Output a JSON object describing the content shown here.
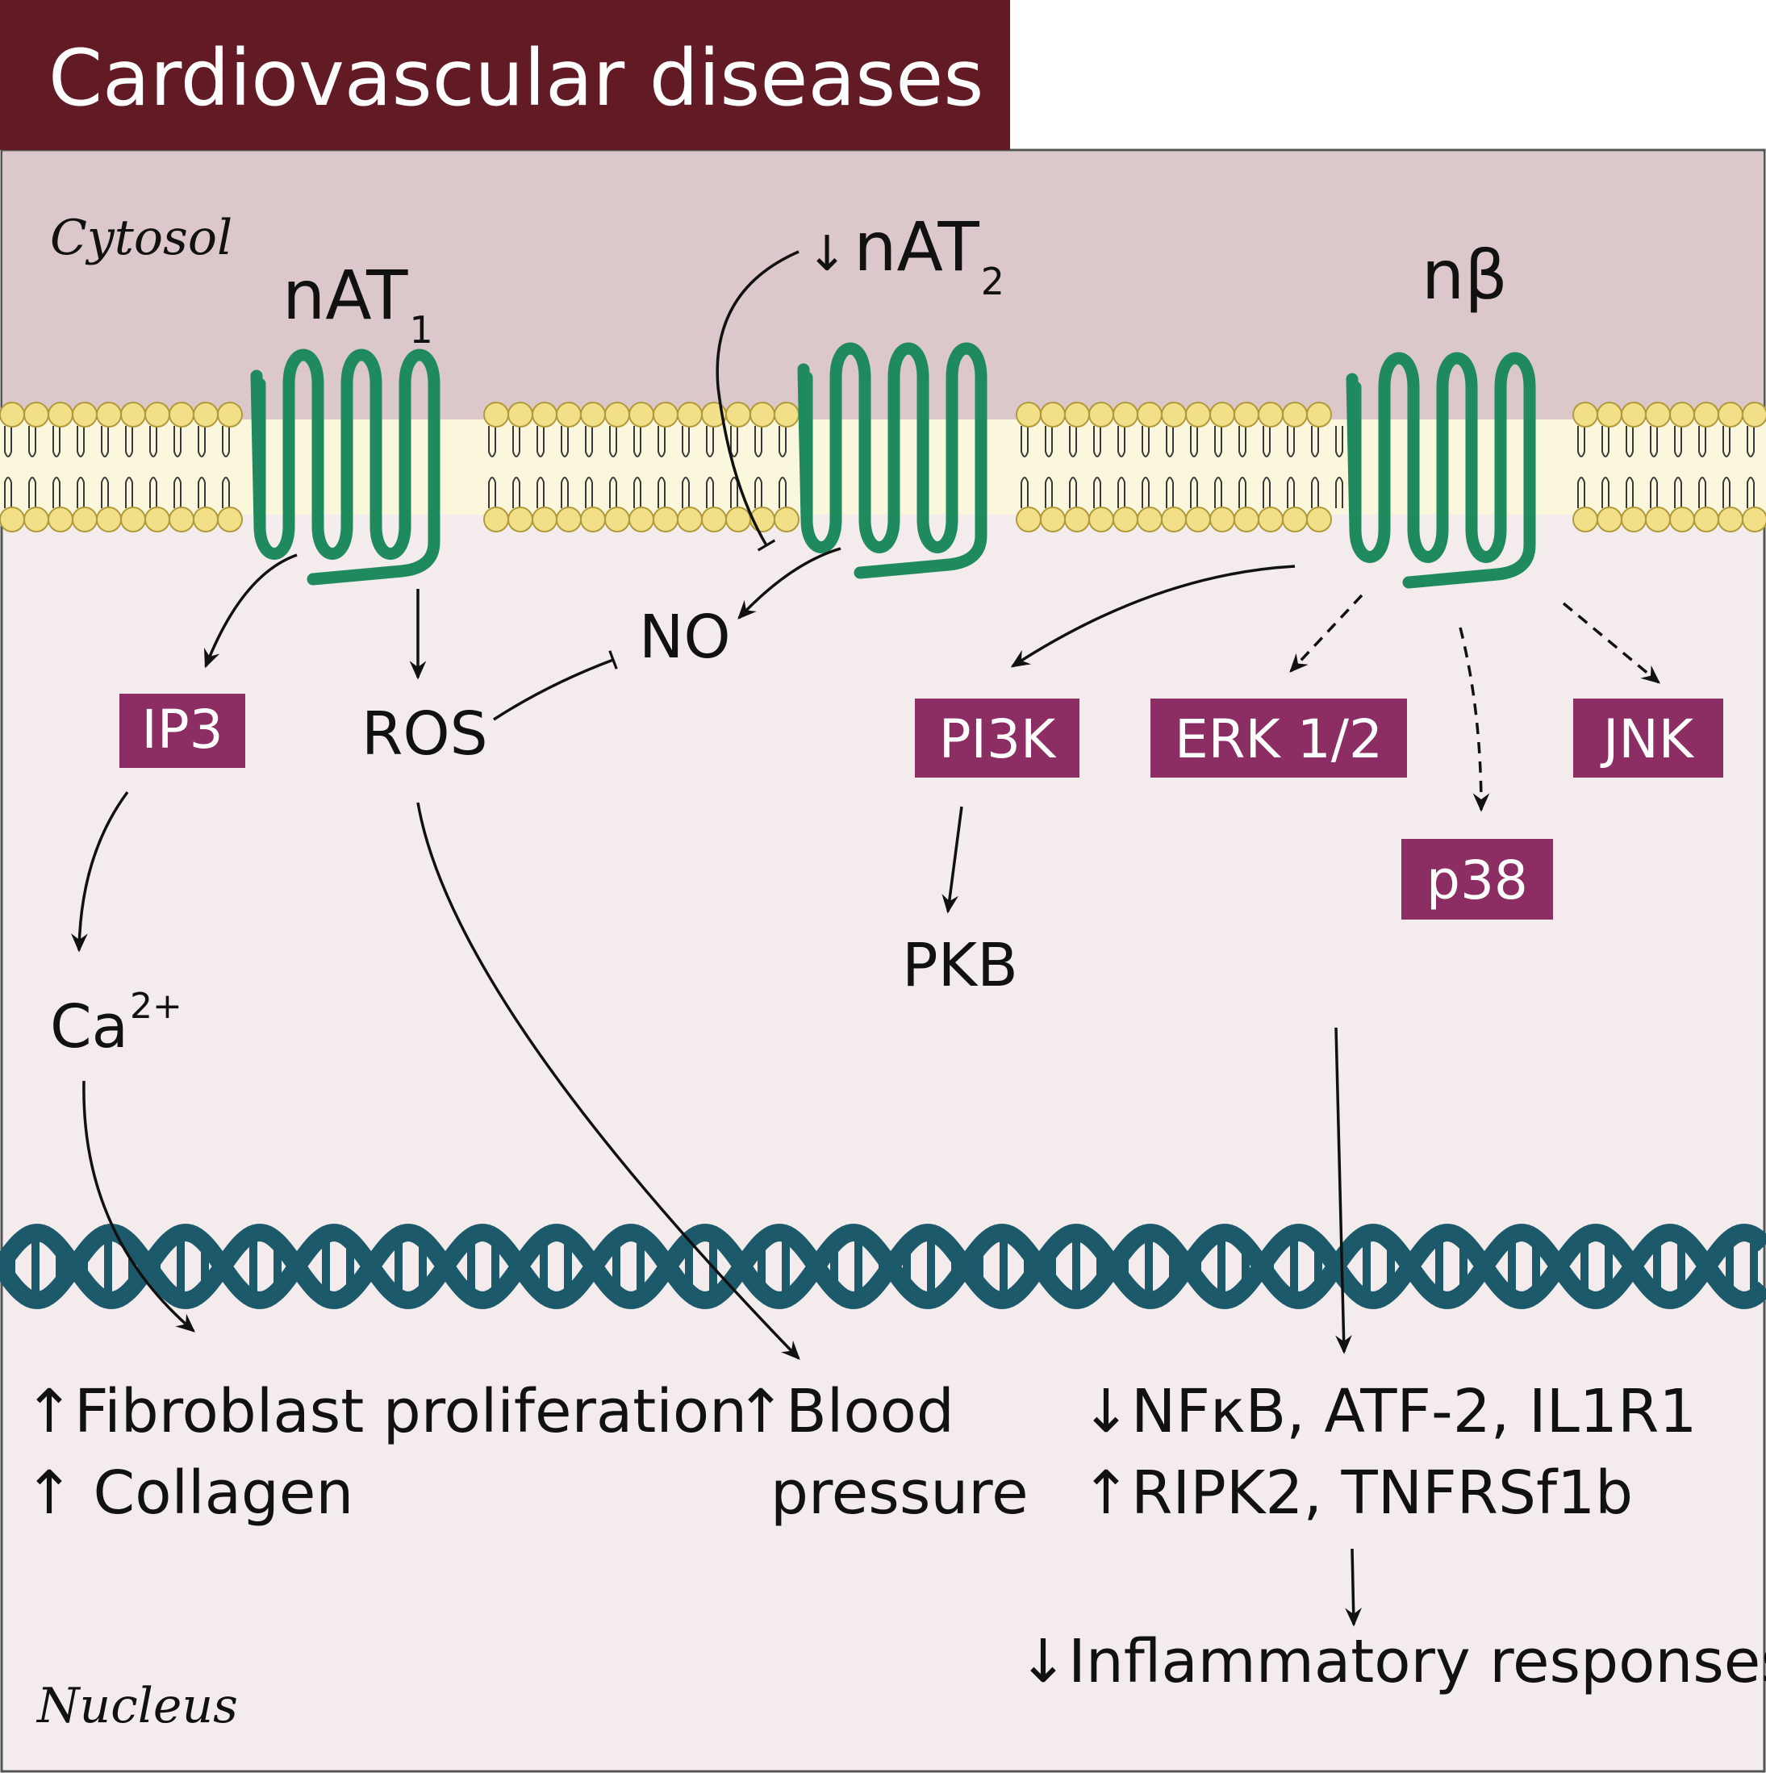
{
  "title": "Cardiovascular diseases",
  "regions": {
    "cytosol": "Cytosol",
    "nucleus": "Nucleus"
  },
  "receptors": {
    "nat1": {
      "base": "nAT",
      "sub": "1"
    },
    "nat2": {
      "prefix": "↓",
      "base": "nAT",
      "sub": "2"
    },
    "nbeta": {
      "base": "nβ"
    }
  },
  "molecules": {
    "no": "NO",
    "ros": "ROS",
    "pkb": "PKB",
    "ca": {
      "base": "Ca",
      "sup": "2+"
    }
  },
  "kinases": {
    "ip3": "IP3",
    "pi3k": "PI3K",
    "erk": "ERK 1/2",
    "jnk": "JNK",
    "p38": "p38"
  },
  "outcomes": {
    "fibroblast": "↑Fibroblast proliferation",
    "collagen": "↑ Collagen",
    "blood": "↑Blood",
    "pressure": "pressure",
    "nfkb": "↓NFκB, ATF-2, IL1R1",
    "ripk2": "↑RIPK2, TNFRSf1b",
    "inflammatory": "↓Inflammatory responses"
  },
  "colors": {
    "title_bg": "#621b25",
    "cytosol_bg": "#dcc8cb",
    "nucleus_bg": "#f4ecec",
    "kinase_box": "#8c2d63",
    "receptor": "#1e8a5e",
    "lipid_head": "#f2e088",
    "dna": "#1c5a6b"
  }
}
